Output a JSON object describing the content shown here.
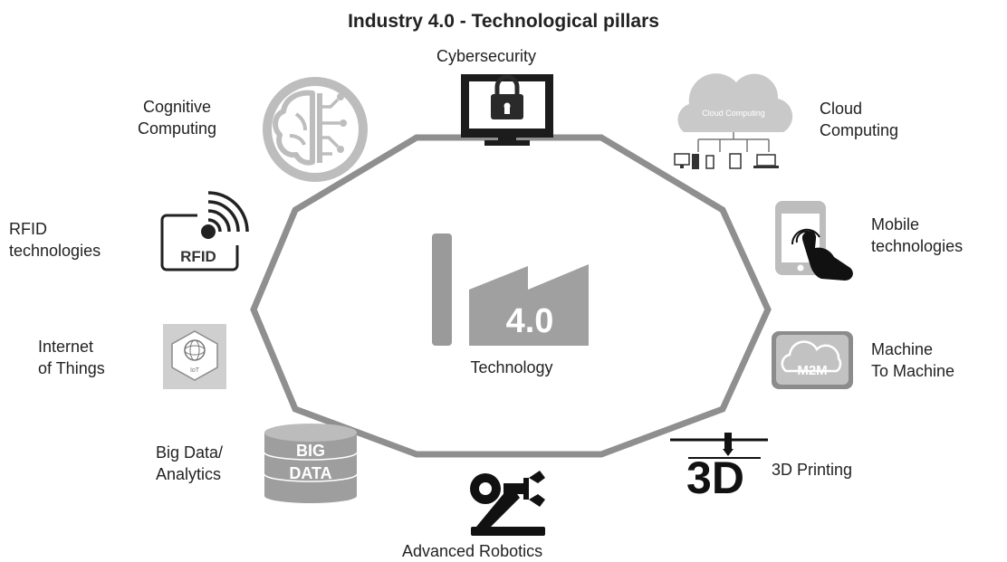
{
  "title": "Industry 4.0 - Technological pillars",
  "center": {
    "badge": "4.0",
    "label": "Technology"
  },
  "pillars": {
    "cybersecurity": {
      "label": "Cybersecurity"
    },
    "cloud": {
      "line1": "Cloud",
      "line2": "Computing",
      "icon_text": "Cloud Computing"
    },
    "mobile": {
      "line1": "Mobile",
      "line2": "technologies"
    },
    "m2m": {
      "line1": "Machine",
      "line2": "To Machine",
      "icon_text": "M2M"
    },
    "printing3d": {
      "label": "3D Printing",
      "icon_text": "3D"
    },
    "robotics": {
      "label": "Advanced Robotics"
    },
    "bigdata": {
      "line1": "Big Data/",
      "line2": "Analytics",
      "icon_line1": "BIG",
      "icon_line2": "DATA"
    },
    "iot": {
      "line1": "Internet",
      "line2": "of Things",
      "icon_text": "IoT"
    },
    "rfid": {
      "line1": "RFID",
      "line2": "technologies",
      "icon_text": "RFID"
    },
    "cognitive": {
      "line1": "Cognitive",
      "line2": "Computing"
    }
  }
}
